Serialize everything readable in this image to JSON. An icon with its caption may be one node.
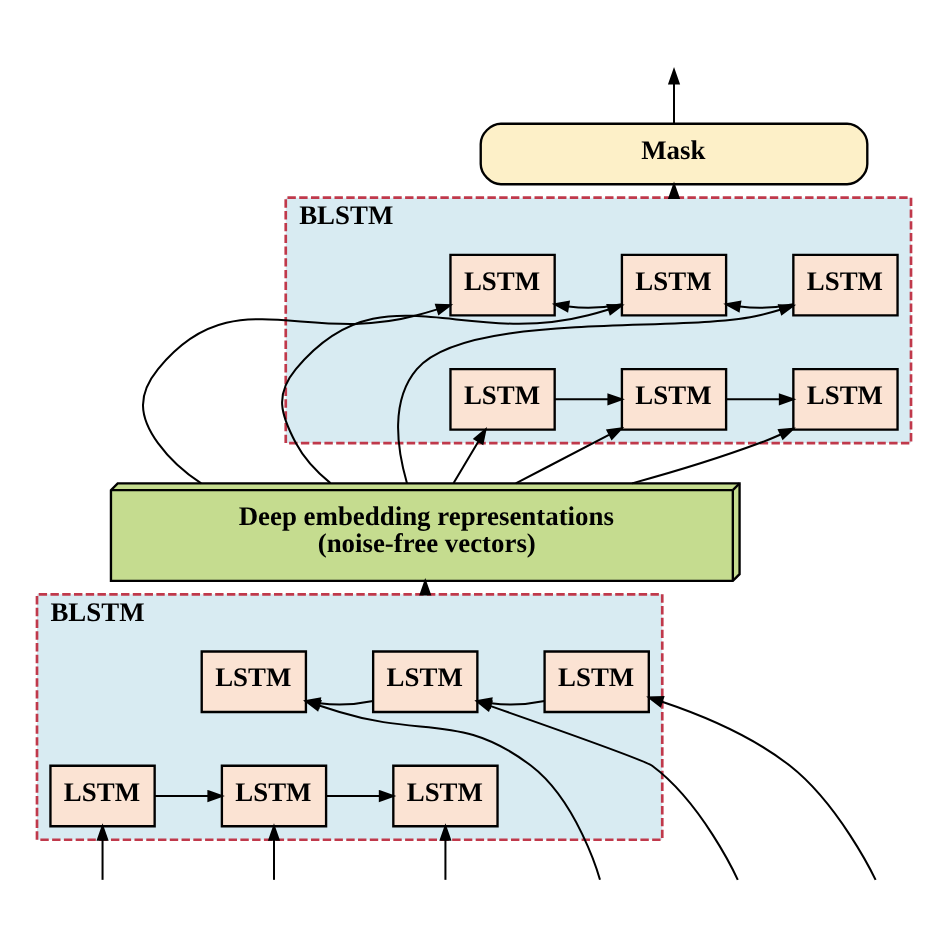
{
  "diagram": {
    "nodes": [
      {
        "text": [
          "Mask"
        ]
      },
      {
        "text": [
          "BLSTM"
        ]
      },
      {
        "text": [
          "LSTM"
        ],
        "in": 1
      },
      {
        "text": [
          "LSTM"
        ],
        "in": 1
      },
      {
        "text": [
          "LSTM"
        ],
        "in": 1
      },
      {
        "text": [
          "LSTM"
        ],
        "in": 1
      },
      {
        "text": [
          "LSTM"
        ],
        "in": 1
      },
      {
        "text": [
          "LSTM"
        ],
        "in": 1
      },
      {
        "text": [
          "Deep embedding representations (noise-free vectors)"
        ]
      },
      {
        "text": [
          "BLSTM"
        ]
      },
      {
        "text": [
          "LSTM"
        ],
        "in": 9
      },
      {
        "text": [
          "LSTM"
        ],
        "in": 9
      },
      {
        "text": [
          "LSTM"
        ],
        "in": 9
      },
      {
        "text": [
          "LSTM"
        ],
        "in": 9
      },
      {
        "text": [
          "LSTM"
        ],
        "in": 9
      },
      {
        "text": [
          "LSTM"
        ],
        "in": 9
      }
    ],
    "edges": [
      {
        "from": 0,
        "to": null,
        "arrow": "to"
      },
      {
        "from": 1,
        "to": 0,
        "arrow": "to"
      },
      {
        "from": 3,
        "to": 2,
        "arrow": "to"
      },
      {
        "from": 4,
        "to": 3,
        "arrow": "to"
      },
      {
        "from": 5,
        "to": 6,
        "arrow": "to"
      },
      {
        "from": 6,
        "to": 7,
        "arrow": "to"
      },
      {
        "from": 8,
        "to": 5,
        "arrow": "to"
      },
      {
        "from": 8,
        "to": 2,
        "arrow": "to"
      },
      {
        "from": 8,
        "to": 6,
        "arrow": "to"
      },
      {
        "from": 8,
        "to": 3,
        "arrow": "to"
      },
      {
        "from": 8,
        "to": 7,
        "arrow": "to"
      },
      {
        "from": 8,
        "to": 4,
        "arrow": "to"
      },
      {
        "from": 9,
        "to": 8,
        "arrow": "to"
      },
      {
        "from": 11,
        "to": 10,
        "arrow": "to"
      },
      {
        "from": 12,
        "to": 11,
        "arrow": "to"
      },
      {
        "from": 13,
        "to": 14,
        "arrow": "to"
      },
      {
        "from": 14,
        "to": 15,
        "arrow": "to"
      },
      {
        "from": null,
        "to": 13,
        "arrow": "to"
      },
      {
        "from": null,
        "to": 10,
        "arrow": "to"
      },
      {
        "from": null,
        "to": 14,
        "arrow": "to"
      },
      {
        "from": null,
        "to": 11,
        "arrow": "to"
      },
      {
        "from": null,
        "to": 15,
        "arrow": "to"
      },
      {
        "from": null,
        "to": 12,
        "arrow": "to"
      }
    ]
  }
}
